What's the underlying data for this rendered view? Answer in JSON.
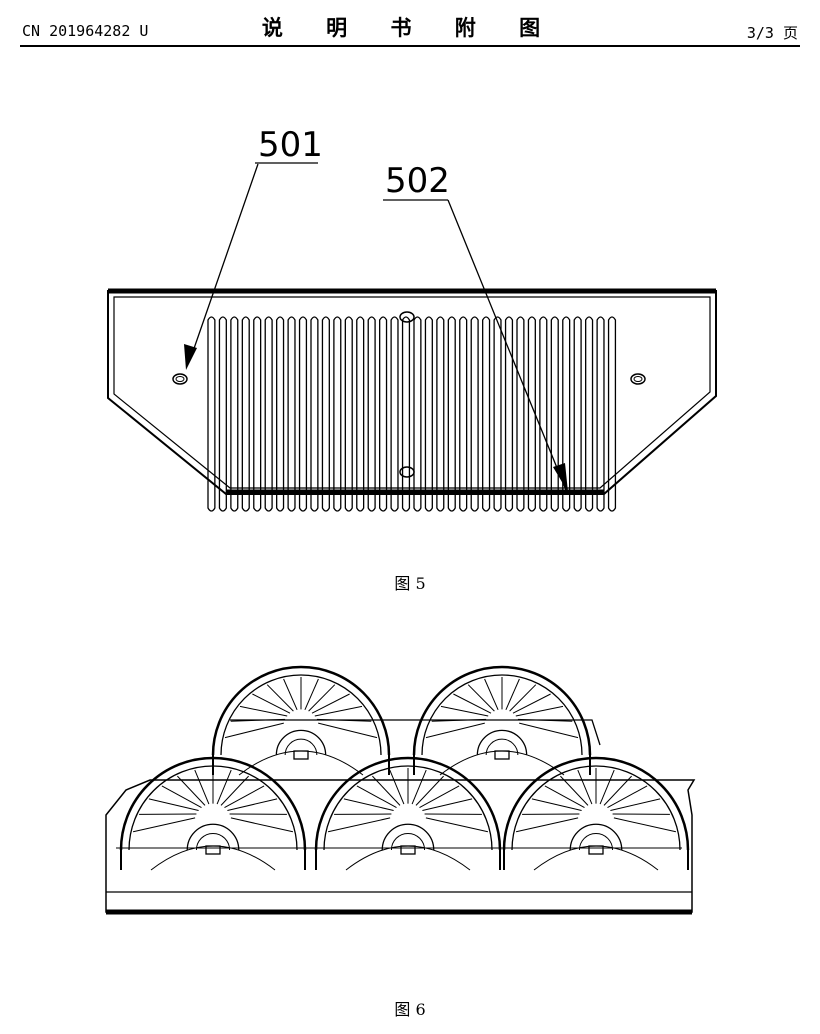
{
  "header": {
    "doc_number": "CN 201964282 U",
    "title": "说 明 书 附 图",
    "page": "3/3 页"
  },
  "figure5": {
    "caption": "图 5",
    "references": [
      {
        "label": "501"
      },
      {
        "label": "502"
      }
    ]
  },
  "figure6": {
    "caption": "图 6"
  }
}
